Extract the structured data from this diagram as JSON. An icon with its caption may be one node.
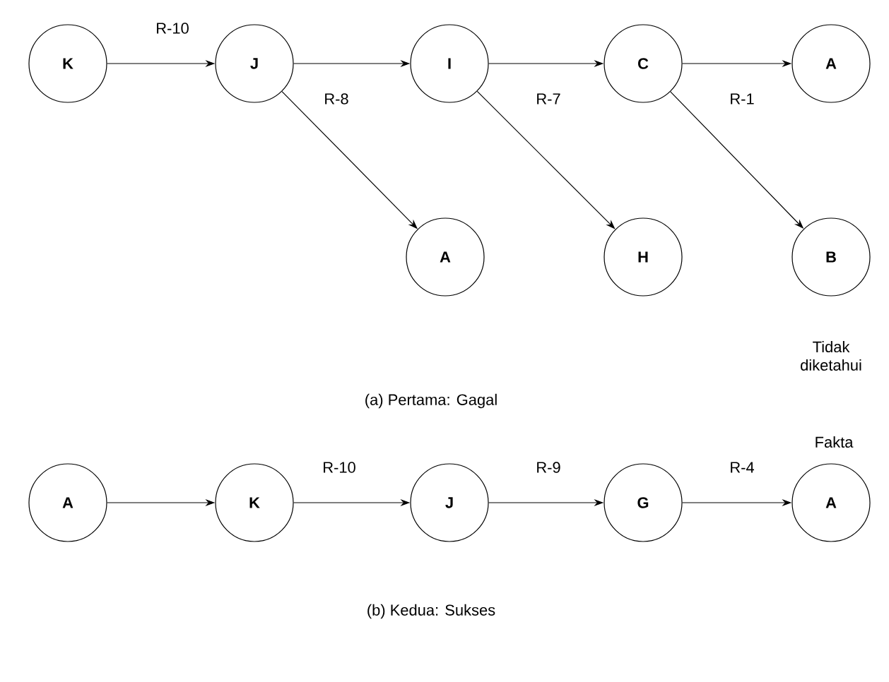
{
  "diagram": {
    "nodes": [
      {
        "text": [
          "K"
        ]
      },
      {
        "text": [
          "J"
        ]
      },
      {
        "text": [
          "I"
        ]
      },
      {
        "text": [
          "C"
        ]
      },
      {
        "text": [
          "A"
        ]
      },
      {
        "text": [
          "A"
        ]
      },
      {
        "text": [
          "H"
        ]
      },
      {
        "text": [
          "B"
        ],
        "beside": [
          "Tidak diketahui"
        ]
      },
      {
        "text": [
          "A"
        ]
      },
      {
        "text": [
          "K"
        ]
      },
      {
        "text": [
          "J"
        ]
      },
      {
        "text": [
          "G"
        ]
      },
      {
        "text": [
          "A"
        ],
        "beside": [
          "Fakta"
        ]
      }
    ],
    "edges": [
      {
        "from": 0,
        "to": 1,
        "arrow": "to",
        "label": "R-10"
      },
      {
        "from": 1,
        "to": 2,
        "arrow": "to",
        "label": "R-8"
      },
      {
        "from": 2,
        "to": 3,
        "arrow": "to",
        "label": "R-7"
      },
      {
        "from": 3,
        "to": 4,
        "arrow": "to",
        "label": "R-1"
      },
      {
        "from": 1,
        "to": 5,
        "arrow": "to"
      },
      {
        "from": 2,
        "to": 6,
        "arrow": "to"
      },
      {
        "from": 3,
        "to": 7,
        "arrow": "to"
      },
      {
        "from": 8,
        "to": 9,
        "arrow": "to"
      },
      {
        "from": 9,
        "to": 10,
        "arrow": "to",
        "label": "R-10"
      },
      {
        "from": 10,
        "to": 11,
        "arrow": "to",
        "label": "R-9"
      },
      {
        "from": 11,
        "to": 12,
        "arrow": "to",
        "label": "R-4"
      }
    ],
    "labels": [
      "(a) Pertama: Gagal",
      "(b) Kedua: Sukses"
    ]
  }
}
